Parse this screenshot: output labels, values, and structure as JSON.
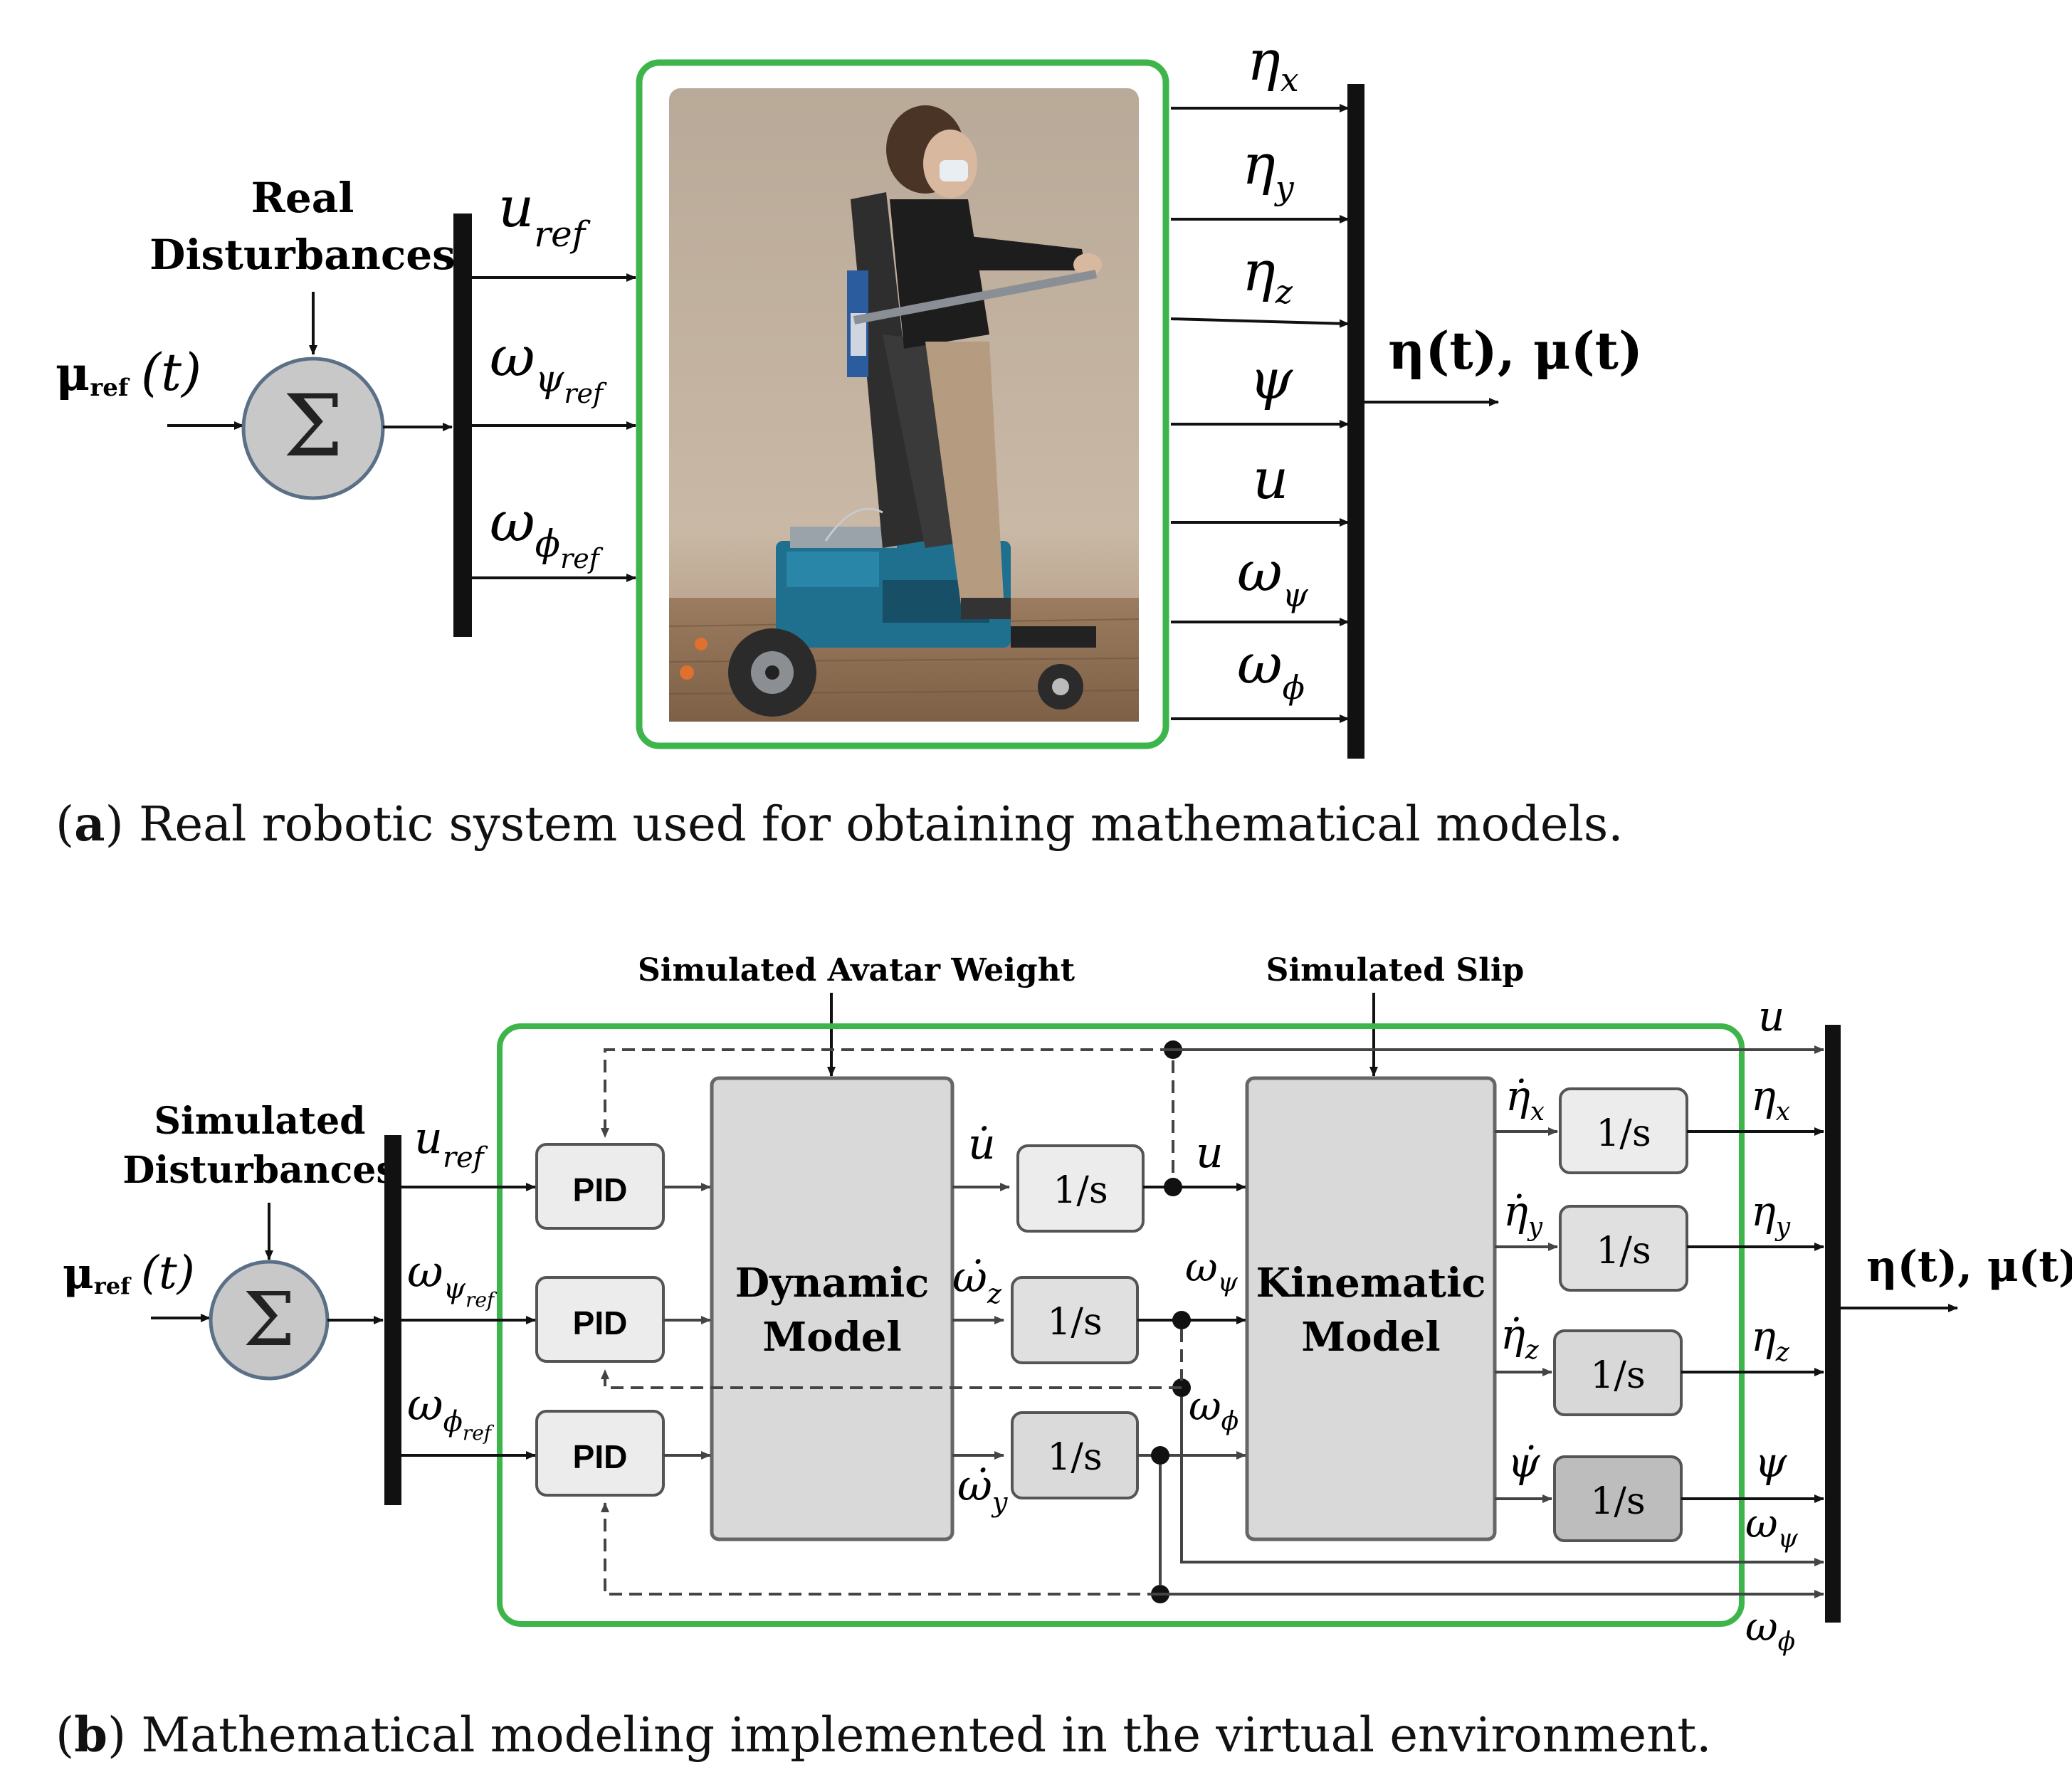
{
  "panel_a": {
    "disturbance_label_line1": "Real",
    "disturbance_label_line2": "Disturbances",
    "input_signal": "μ",
    "input_signal_sub": "ref",
    "input_signal_arg": "(t)",
    "sum_symbol": "Σ",
    "inputs": [
      {
        "sym": "u",
        "sub": "ref"
      },
      {
        "sym": "ω",
        "sub": "ψ",
        "subsub": "ref"
      },
      {
        "sym": "ω",
        "sub": "ϕ",
        "subsub": "ref"
      }
    ],
    "outputs": [
      {
        "sym": "η",
        "sub": "x"
      },
      {
        "sym": "η",
        "sub": "y"
      },
      {
        "sym": "η",
        "sub": "z"
      },
      {
        "sym": "ψ",
        "sub": ""
      },
      {
        "sym": "u",
        "sub": ""
      },
      {
        "sym": "ω",
        "sub": "ψ"
      },
      {
        "sym": "ω",
        "sub": "ϕ"
      }
    ],
    "output_bundle": "η(t), μ(t)",
    "photo_alt": "standing wheelchair robot with user",
    "caption_letter": "a",
    "caption_text": " Real robotic system used for obtaining mathematical models."
  },
  "panel_b": {
    "disturbance_label_line1": "Simulated",
    "disturbance_label_line2": "Disturbances",
    "top_label_left": "Simulated  Avatar  Weight",
    "top_label_right": "Simulated  Slip",
    "input_signal": "μ",
    "input_signal_sub": "ref",
    "input_signal_arg": "(t)",
    "sum_symbol": "Σ",
    "pid_label": "PID",
    "dynamic_model_line1": "Dynamic",
    "dynamic_model_line2": "Model",
    "kinematic_model_line1": "Kinematic",
    "kinematic_model_line2": "Model",
    "integrator_label": "1/s",
    "inputs": [
      {
        "sym": "u",
        "sub": "ref"
      },
      {
        "sym": "ω",
        "sub": "ψ",
        "subsub": "ref"
      },
      {
        "sym": "ω",
        "sub": "ϕ",
        "subsub": "ref"
      }
    ],
    "dyn_outputs": [
      {
        "sym": "u̇",
        "sub": ""
      },
      {
        "sym": "ω̇",
        "sub": "z"
      },
      {
        "sym": "ω̇",
        "sub": "y"
      }
    ],
    "mid_signals": [
      {
        "sym": "u",
        "sub": ""
      },
      {
        "sym": "ω",
        "sub": "ψ"
      },
      {
        "sym": "ω",
        "sub": "ϕ"
      }
    ],
    "kin_outputs": [
      {
        "sym": "η̇",
        "sub": "x"
      },
      {
        "sym": "η̇",
        "sub": "y"
      },
      {
        "sym": "η̇",
        "sub": "z"
      },
      {
        "sym": "ψ̇",
        "sub": ""
      }
    ],
    "outputs": [
      {
        "sym": "u",
        "sub": ""
      },
      {
        "sym": "η",
        "sub": "x"
      },
      {
        "sym": "η",
        "sub": "y"
      },
      {
        "sym": "η",
        "sub": "z"
      },
      {
        "sym": "ψ",
        "sub": ""
      },
      {
        "sym": "ω",
        "sub": "ψ"
      },
      {
        "sym": "ω",
        "sub": "ϕ"
      }
    ],
    "output_bundle": "η(t), μ(t)",
    "caption_letter": "b",
    "caption_text": " Mathematical modeling implemented in the virtual environment."
  },
  "colors": {
    "frame_green": "#3db54a",
    "block_fill": "#d9d9d9",
    "pid_fill": "#ececec",
    "integrator_dark": "#bdbdbd",
    "sum_fill": "#c8c8c8",
    "sum_stroke": "#5b6f86"
  }
}
